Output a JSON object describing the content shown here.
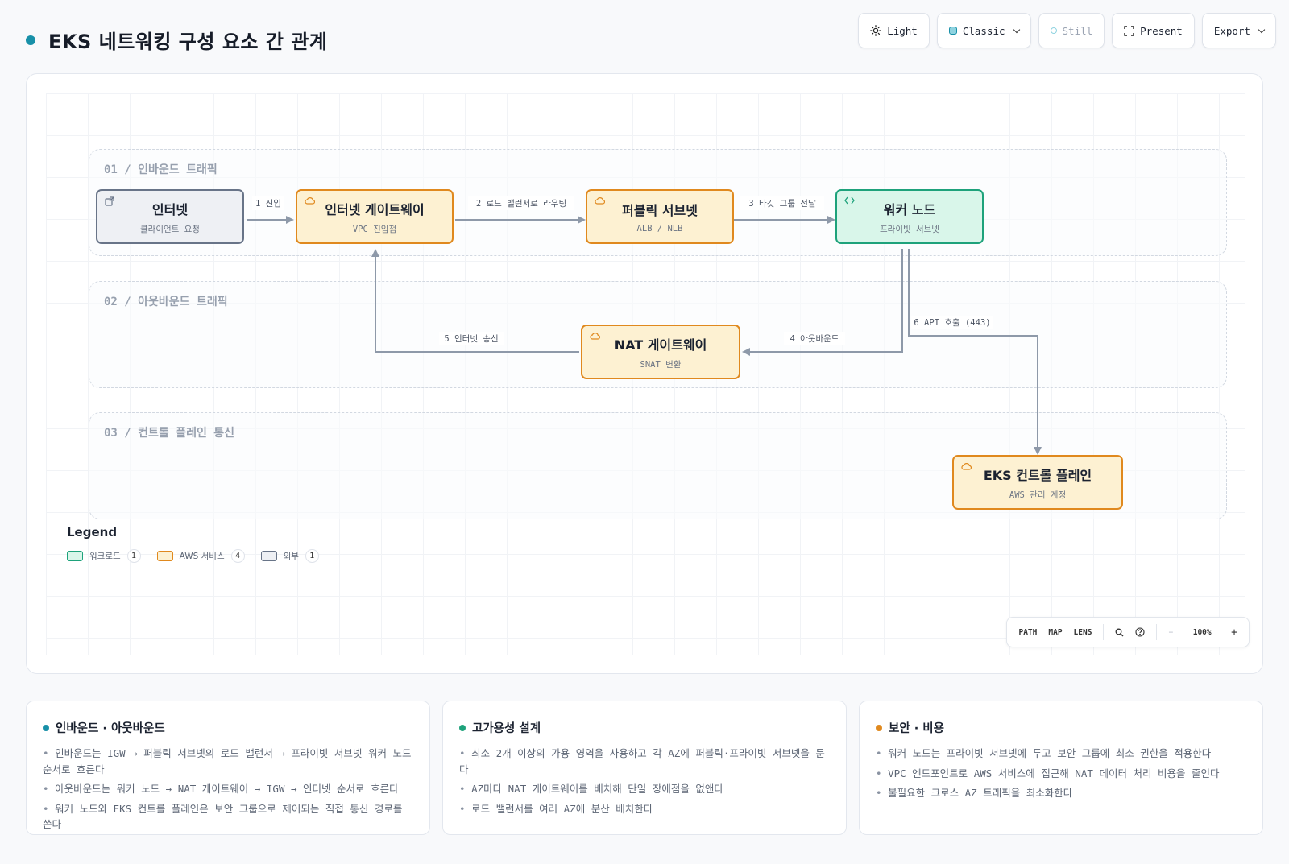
{
  "header": {
    "title": "EKS 네트워킹 구성 요소 간 관계",
    "accent": "#1890a8"
  },
  "toolbar": {
    "theme_label": "Light",
    "style_label": "Classic",
    "motion_label": "Still",
    "present_label": "Present",
    "export_label": "Export"
  },
  "diagram": {
    "groups": [
      {
        "label": "01 / 인바운드 트래픽"
      },
      {
        "label": "02 / 아웃바운드 트래픽"
      },
      {
        "label": "03 / 컨트롤 플레인 통신"
      }
    ],
    "nodes": {
      "internet": {
        "title": "인터넷",
        "sub": "클라이언트 요청",
        "kind": "external"
      },
      "igw": {
        "title": "인터넷 게이트웨이",
        "sub": "VPC 진입점",
        "kind": "aws"
      },
      "public_subnet": {
        "title": "퍼블릭 서브넷",
        "sub": "ALB / NLB",
        "kind": "aws"
      },
      "worker": {
        "title": "워커 노드",
        "sub": "프라이빗 서브넷",
        "kind": "workload"
      },
      "nat": {
        "title": "NAT 게이트웨이",
        "sub": "SNAT 변환",
        "kind": "aws"
      },
      "eks_cp": {
        "title": "EKS 컨트롤 플레인",
        "sub": "AWS 관리 계정",
        "kind": "aws"
      }
    },
    "edges": [
      {
        "label": "1 진입",
        "from": "internet",
        "to": "igw"
      },
      {
        "label": "2 로드 밸런서로 라우팅",
        "from": "igw",
        "to": "public_subnet"
      },
      {
        "label": "3 타깃 그룹 전달",
        "from": "public_subnet",
        "to": "worker"
      },
      {
        "label": "4 아웃바운드",
        "from": "worker",
        "to": "nat"
      },
      {
        "label": "5 인터넷 송신",
        "from": "nat",
        "to": "igw"
      },
      {
        "label": "6 API 호출 (443)",
        "from": "worker",
        "to": "eks_cp"
      }
    ],
    "colors": {
      "aws_fill": "#fdf1d2",
      "aws_stroke": "#e0891e",
      "workload_fill": "#d9f6ea",
      "workload_stroke": "#1ea27b",
      "external_fill": "#eef0f4",
      "external_stroke": "#687488",
      "edge": "#8e99a9"
    }
  },
  "legend": {
    "title": "Legend",
    "items": [
      {
        "label": "워크로드",
        "count": "1"
      },
      {
        "label": "AWS 서비스",
        "count": "4"
      },
      {
        "label": "외부",
        "count": "1"
      }
    ]
  },
  "controls": {
    "path": "PATH",
    "map": "MAP",
    "lens": "LENS",
    "zoom_minus": "−",
    "zoom": "100%",
    "zoom_plus": "+"
  },
  "cards": [
    {
      "title": "인바운드 · 아웃바운드",
      "color": "#1890a8",
      "items": [
        "인바운드는 IGW → 퍼블릭 서브넷의 로드 밸런서 → 프라이빗 서브넷 워커 노드 순서로 흐른다",
        "아웃바운드는 워커 노드 → NAT 게이트웨이 → IGW → 인터넷 순서로 흐른다",
        "워커 노드와 EKS 컨트롤 플레인은 보안 그룹으로 제어되는 직접 통신 경로를 쓴다"
      ]
    },
    {
      "title": "고가용성 설계",
      "color": "#1ea27b",
      "items": [
        "최소 2개 이상의 가용 영역을 사용하고 각 AZ에 퍼블릭·프라이빗 서브넷을 둔다",
        "AZ마다 NAT 게이트웨이를 배치해 단일 장애점을 없앤다",
        "로드 밸런서를 여러 AZ에 분산 배치한다"
      ]
    },
    {
      "title": "보안 · 비용",
      "color": "#e0891e",
      "items": [
        "워커 노드는 프라이빗 서브넷에 두고 보안 그룹에 최소 권한을 적용한다",
        "VPC 엔드포인트로 AWS 서비스에 접근해 NAT 데이터 처리 비용을 줄인다",
        "불필요한 크로스 AZ 트래픽을 최소화한다"
      ]
    }
  ]
}
